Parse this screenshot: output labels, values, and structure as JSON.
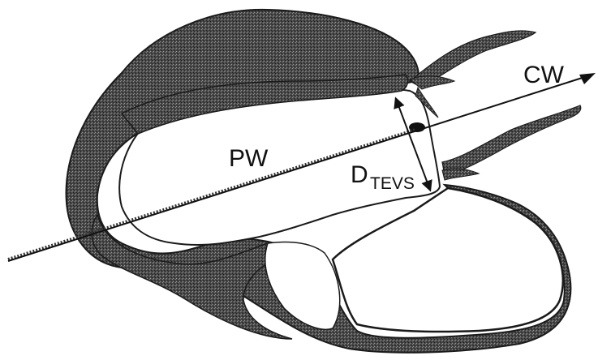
{
  "labels": {
    "cw": "CW",
    "pw": "PW",
    "d_main": "D",
    "d_sub": "TEVS"
  },
  "colors": {
    "ink": "#1a1a1a",
    "wall": "#3a3a3a",
    "background": "#ffffff"
  }
}
